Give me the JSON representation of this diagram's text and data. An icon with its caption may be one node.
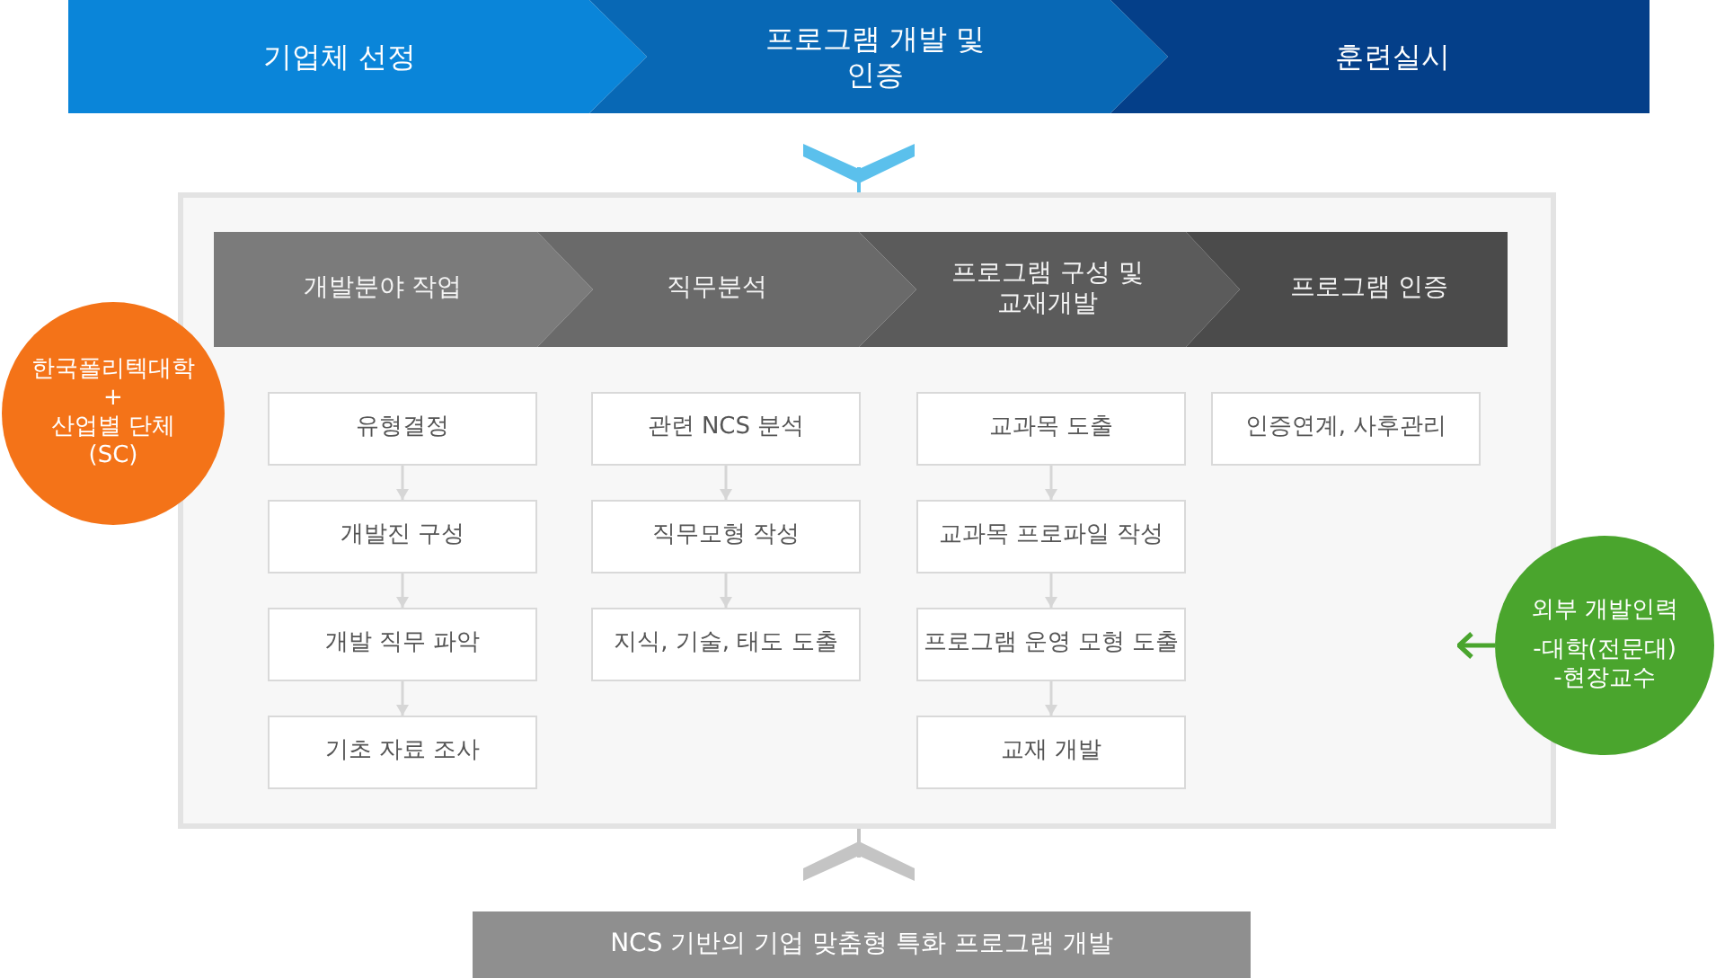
{
  "diagram": {
    "nodes": [
      {
        "text": [
          "기업체 선정"
        ]
      },
      {
        "text": [
          "프로그램 개발 및 인증"
        ]
      },
      {
        "text": [
          "훈련실시"
        ]
      },
      {
        "text": [],
        "shape": "box"
      },
      {
        "text": [
          "개발분야 작업"
        ],
        "in": 3
      },
      {
        "text": [
          "직무분석"
        ],
        "in": 3
      },
      {
        "text": [
          "프로그램 구성 및 교재개발"
        ],
        "in": 3
      },
      {
        "text": [
          "프로그램 인증"
        ],
        "in": 3
      },
      {
        "text": [
          "유형결정"
        ],
        "in": 3
      },
      {
        "text": [
          "개발진 구성"
        ],
        "in": 3
      },
      {
        "text": [
          "개발 직무 파악"
        ],
        "in": 3
      },
      {
        "text": [
          "기초 자료 조사"
        ],
        "in": 3
      },
      {
        "text": [
          "관련 NCS 분석"
        ],
        "in": 3
      },
      {
        "text": [
          "직무모형 작성"
        ],
        "in": 3
      },
      {
        "text": [
          "지식, 기술, 태도 도출"
        ],
        "in": 3
      },
      {
        "text": [
          "교과목 도출"
        ],
        "in": 3
      },
      {
        "text": [
          "교과목 프로파일 작성"
        ],
        "in": 3
      },
      {
        "text": [
          "프로그램 운영 모형 도출"
        ],
        "in": 3
      },
      {
        "text": [
          "교재 개발"
        ],
        "in": 3
      },
      {
        "text": [
          "인증연계, 사후관리"
        ],
        "in": 3
      },
      {
        "text": [
          "한국폴리텍대학",
          "+",
          "산업별 단체 (SC)"
        ]
      },
      {
        "text": [
          "외부 개발인력",
          "-대학(전문대) -현장교수"
        ]
      },
      {
        "text": [
          "NCS 기반의 기업 맞춤형 특화 프로그램 개발"
        ]
      }
    ],
    "edges": [
      {
        "from": 1,
        "to": 3,
        "arrow": "to",
        "color": "#5bc0ec"
      },
      {
        "from": 8,
        "to": 9,
        "arrow": "to"
      },
      {
        "from": 9,
        "to": 10,
        "arrow": "to"
      },
      {
        "from": 10,
        "to": 11,
        "arrow": "to"
      },
      {
        "from": 12,
        "to": 13,
        "arrow": "to"
      },
      {
        "from": 13,
        "to": 14,
        "arrow": "to"
      },
      {
        "from": 15,
        "to": 16,
        "arrow": "to"
      },
      {
        "from": 16,
        "to": 17,
        "arrow": "to"
      },
      {
        "from": 17,
        "to": 18,
        "arrow": "to"
      },
      {
        "from": 21,
        "to": null,
        "arrow": "to",
        "color": "#4aa52e"
      },
      {
        "from": 22,
        "to": 3,
        "arrow": "to",
        "color": "#c4c4c4"
      }
    ]
  }
}
